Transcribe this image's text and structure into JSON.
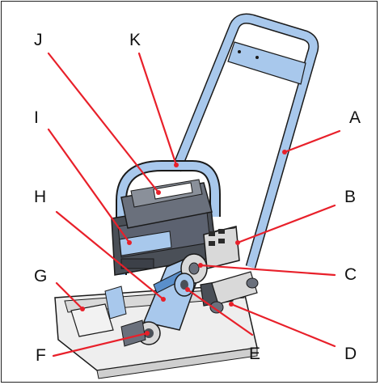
{
  "diagram": {
    "colors": {
      "leader": "#e8202a",
      "body_blue": "#a8c8ec",
      "body_blue_dark": "#5a8fcb",
      "dark_part": "#4a4f57",
      "outline": "#1a1a1a",
      "plate": "#e6e6e6"
    },
    "labels": {
      "A": "A",
      "B": "B",
      "C": "C",
      "D": "D",
      "E": "E",
      "F": "F",
      "G": "G",
      "H": "H",
      "I": "I",
      "J": "J",
      "K": "K"
    }
  }
}
